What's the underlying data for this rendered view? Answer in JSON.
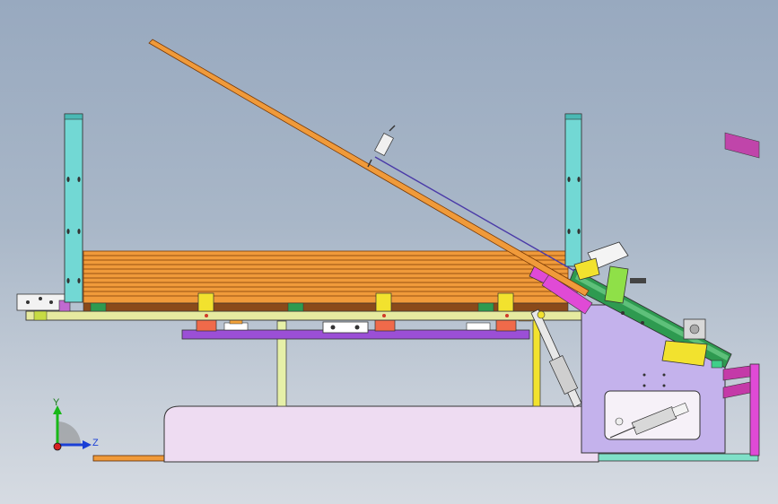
{
  "viewport": {
    "name": "cad-viewport"
  },
  "triad": {
    "y_label": "Y",
    "z_label": "Z",
    "x_color": "#d62020",
    "y_color": "#18b818",
    "z_color": "#1a3fd6"
  },
  "colors": {
    "column": "#72d8d4",
    "pipe_stack": "#f09a3a",
    "pipe_outline": "#7a3a05",
    "rail": "#e6eaa0",
    "purple_beam": "#9b4fd6",
    "yellow": "#f2e22e",
    "red_block": "#f06a4a",
    "green": "#2e9a50",
    "lavender": "#c4b2ec",
    "base_pink": "#eedcf2",
    "magenta": "#e04ad6",
    "lime": "#8fe048"
  }
}
